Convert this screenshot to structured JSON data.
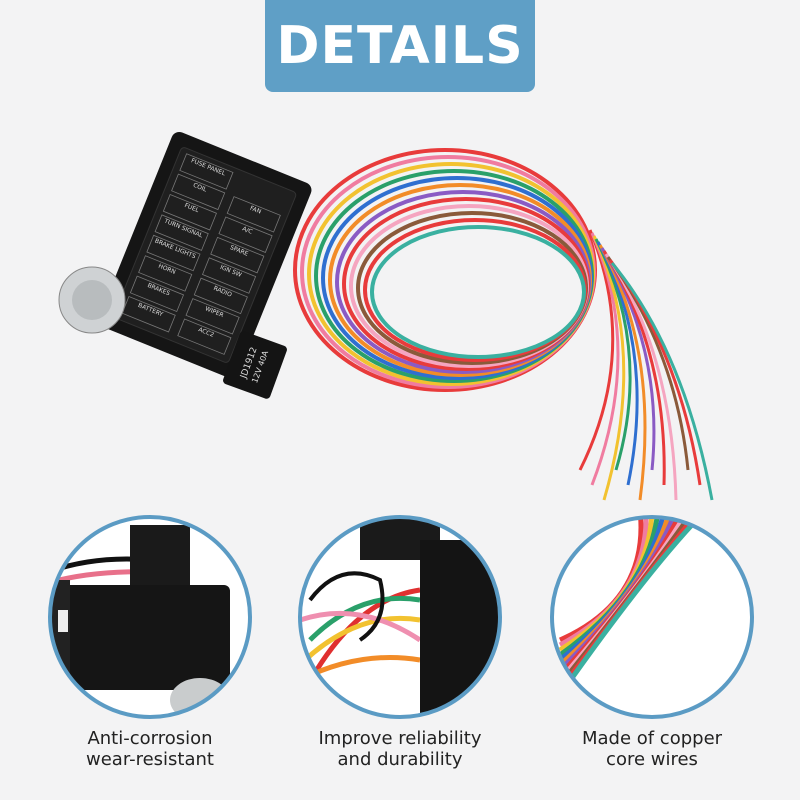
{
  "header": {
    "title": "DETAILS"
  },
  "product": {
    "fuse_box_labels": [
      "BATTERY",
      "ACC2",
      "BRAKES",
      "WIPER",
      "HORN",
      "RADIO",
      "BRAKE LIGHTS",
      "IGN SW",
      "TURN SIGNAL",
      "SPARE",
      "FUEL",
      "A/C",
      "COIL",
      "FAN",
      "FUSE PANEL"
    ],
    "relay_label": [
      "JD1912",
      "12V 40A"
    ]
  },
  "features": [
    {
      "line1": "Anti-corrosion",
      "line2": "wear-resistant"
    },
    {
      "line1": "Improve reliability",
      "line2": "and durability"
    },
    {
      "line1": "Made of copper",
      "line2": "core wires"
    }
  ],
  "colors": {
    "accent": "#5f9fc6",
    "circle_border": "#5b9bc4",
    "background": "#f3f3f4"
  }
}
